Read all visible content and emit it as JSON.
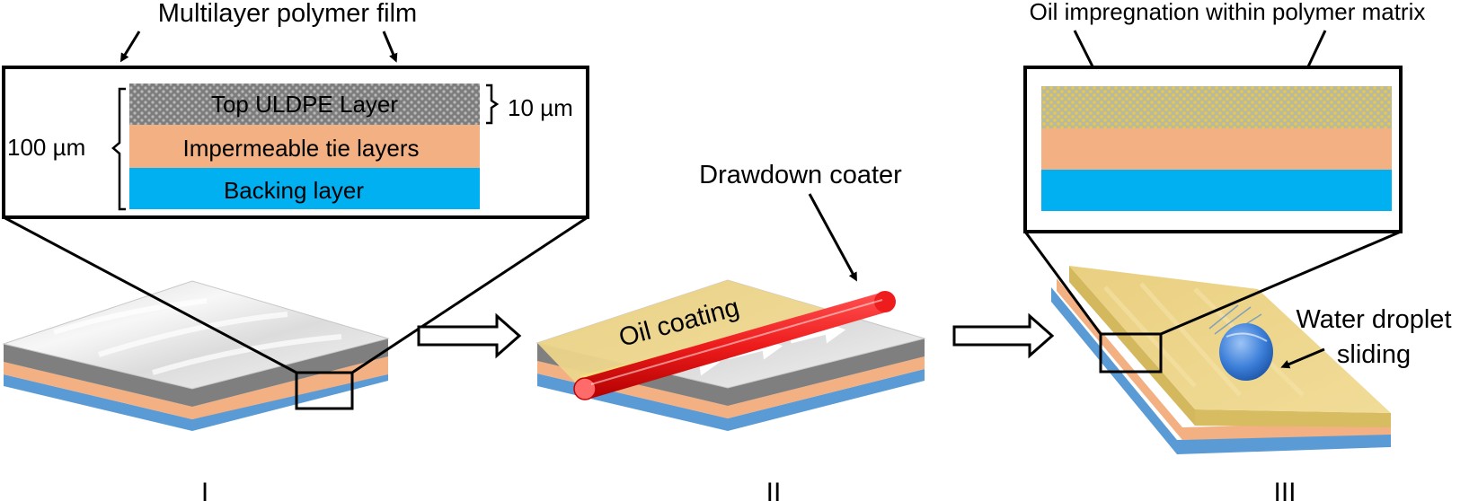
{
  "panel1": {
    "title": "Multilayer polymer film",
    "layers": [
      "Top ULDPE Layer",
      "Impermeable tie layers",
      "Backing layer"
    ],
    "thickness_top": "10 µm",
    "thickness_total": "100 µm",
    "stage_label": "I"
  },
  "panel2": {
    "coater_label": "Drawdown coater",
    "oil_label": "Oil coating",
    "stage_label": "II"
  },
  "panel3": {
    "title": "Oil impregnation within polymer matrix",
    "droplet_label_line1": "Water droplet",
    "droplet_label_line2": "sliding",
    "stage_label": "III"
  },
  "colors": {
    "uldpe": "#8c8c8c",
    "tie": "#f2b083",
    "backing": "#00b0f0",
    "oil": "#e8c96a",
    "roller": "#ee1c1c",
    "droplet": "#3d7fd9"
  }
}
